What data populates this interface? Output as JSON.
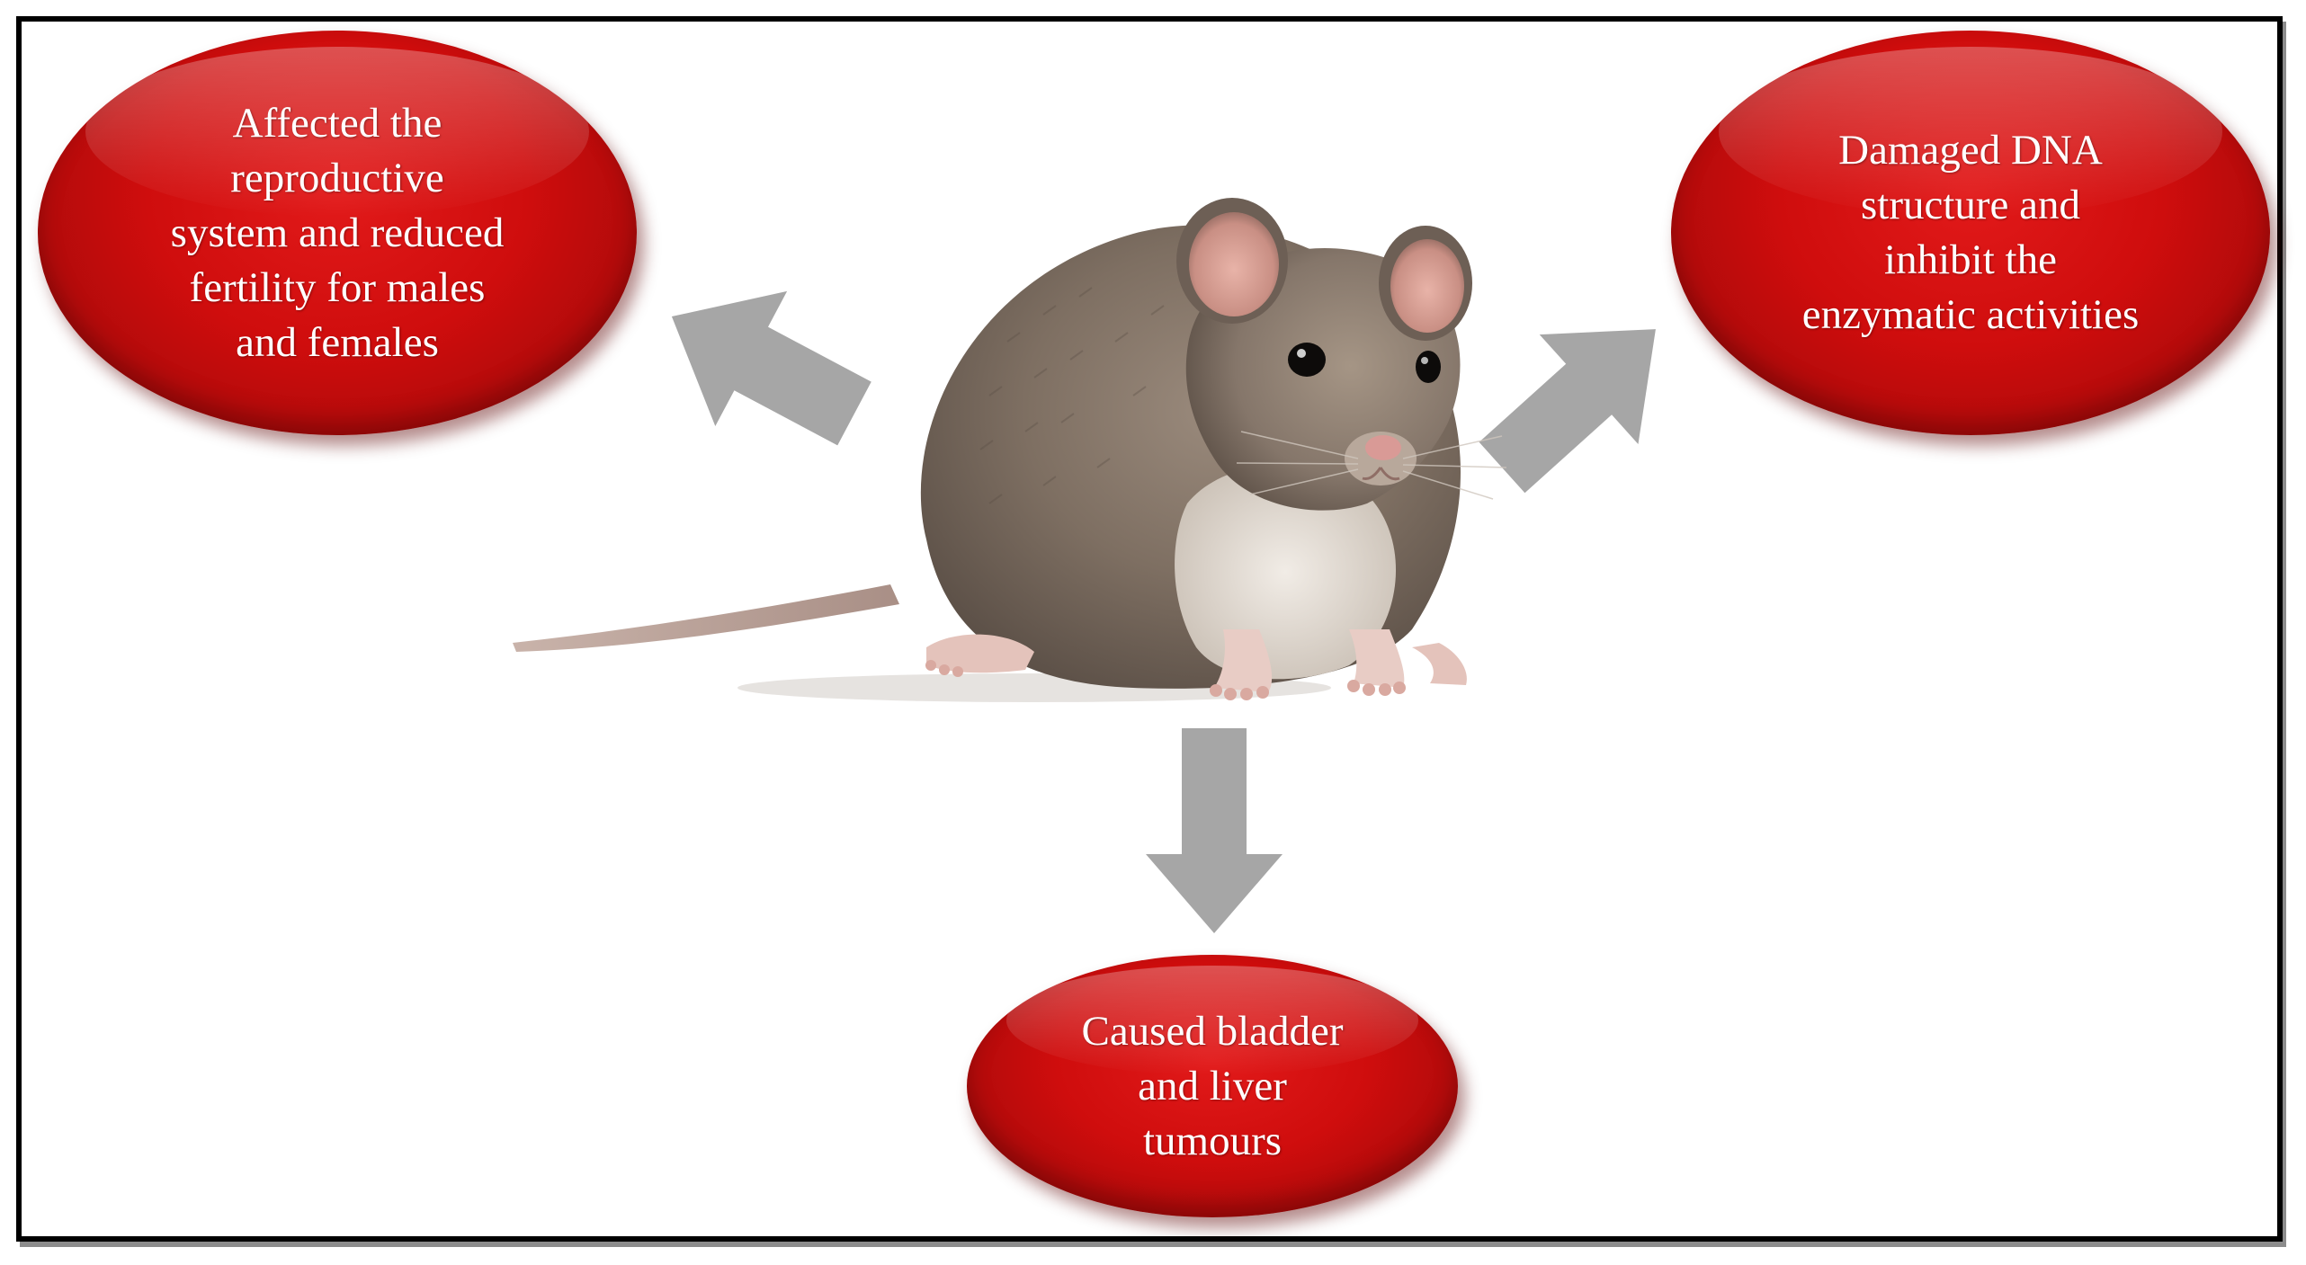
{
  "diagram": {
    "center": {
      "image": "rat-illustration"
    },
    "effects": [
      {
        "id": "left",
        "text": "Affected the\nreproductive\nsystem and reduced\nfertility  for males\nand females"
      },
      {
        "id": "right",
        "text": "Damaged DNA\nstructure and\ninhibit the\nenzymatic activities"
      },
      {
        "id": "bottom",
        "text": "Caused bladder\nand liver\ntumours"
      }
    ],
    "colors": {
      "bubble": "#c80c0c",
      "arrow": "#a6a6a6",
      "border": "#000000"
    }
  }
}
